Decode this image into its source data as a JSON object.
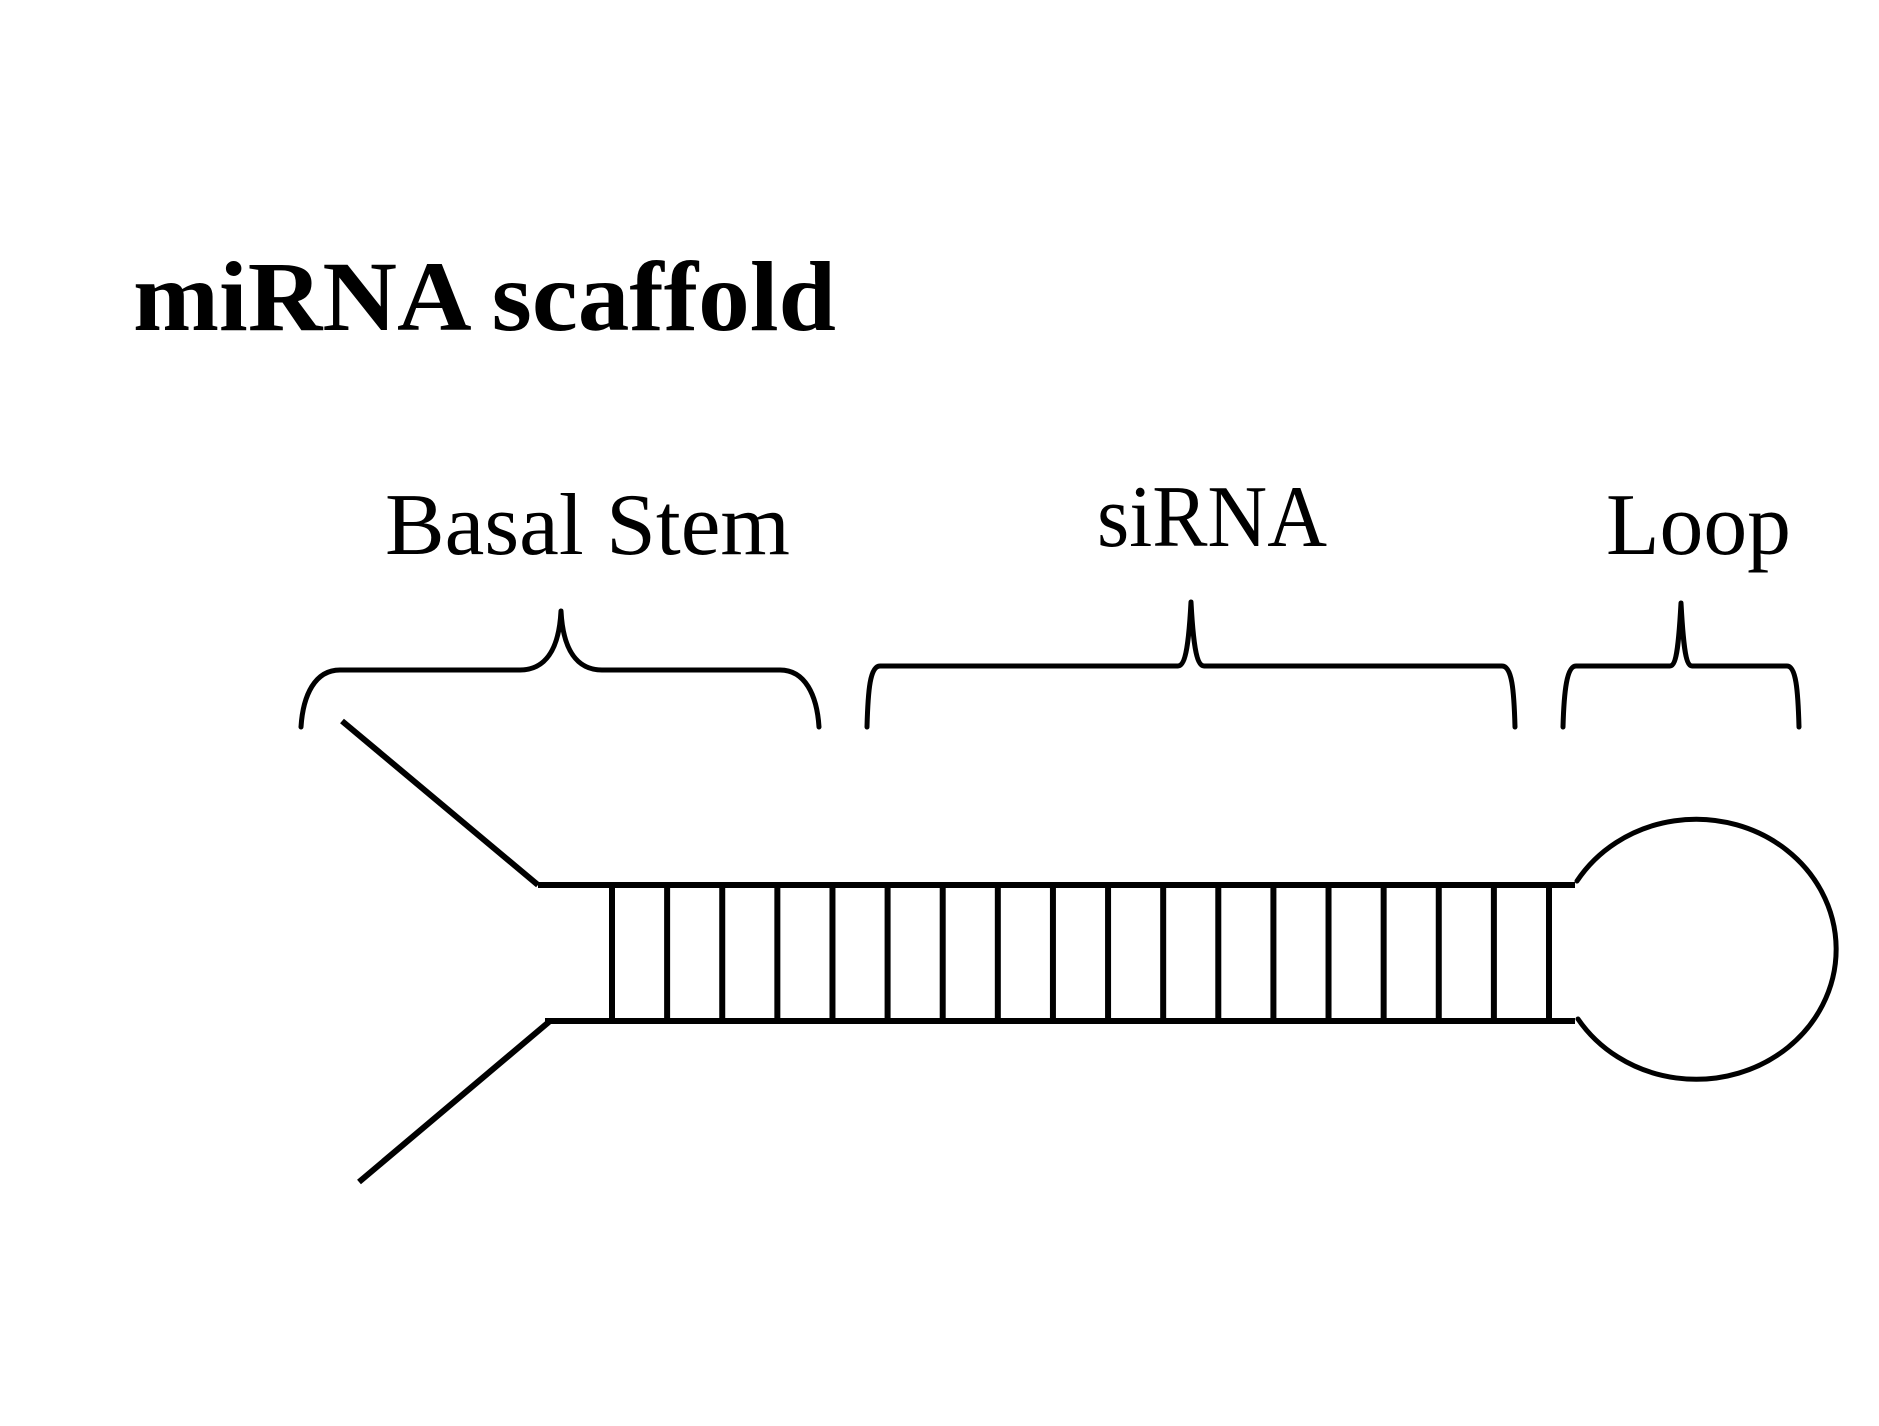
{
  "title": "miRNA scaffold",
  "regions": [
    {
      "id": "basal-stem",
      "label": "Basal Stem"
    },
    {
      "id": "sirna",
      "label": "siRNA"
    },
    {
      "id": "loop",
      "label": "Loop"
    }
  ],
  "stem": {
    "base_pairs": 18
  },
  "colors": {
    "ink": "#000000",
    "background": "#ffffff"
  }
}
